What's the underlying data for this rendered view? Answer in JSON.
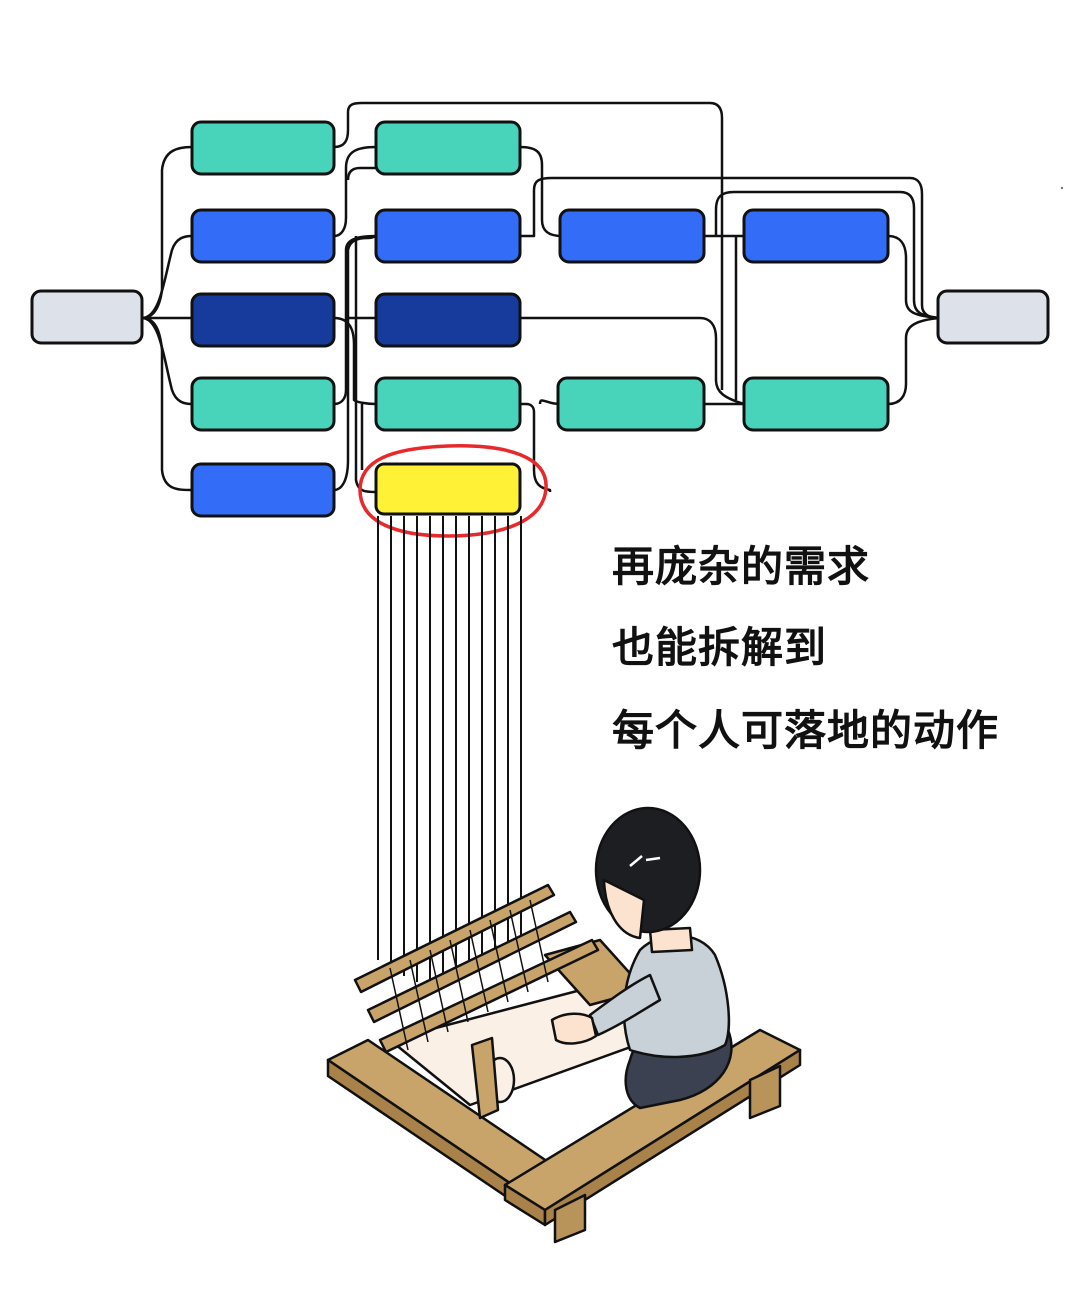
{
  "caption": {
    "line1": "再庞杂的需求",
    "line2": "也能拆解到",
    "line3": "每个人可落地的动作"
  },
  "colors": {
    "gray_node": "#dde1ea",
    "teal_node": "#48d4bb",
    "blue_node": "#336cf7",
    "navy_node": "#173b9d",
    "highlight_node": "#fff136",
    "highlight_circle": "#e8292b",
    "wood": "#c8a46a",
    "wood_dark": "#a88248",
    "cloth": "#fbf0e6",
    "shirt": "#c8d0d8",
    "pants": "#3b4150",
    "hair": "#1c1e22",
    "skin": "#fce3cf"
  }
}
